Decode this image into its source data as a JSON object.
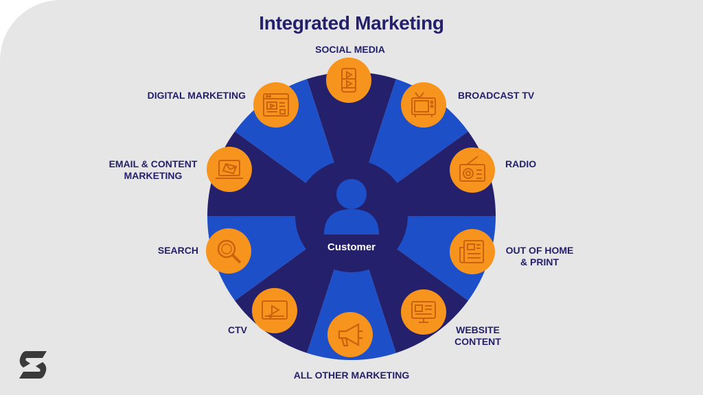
{
  "title": "Integrated Marketing",
  "center_label": "Customer",
  "colors": {
    "background": "#e6e6e6",
    "navy": "#24206b",
    "blue": "#1d4fc8",
    "orange": "#f7941d",
    "icon_stroke": "#c8620f"
  },
  "channels": [
    {
      "label": "SOCIAL MEDIA",
      "icon": "smartphone-video-icon"
    },
    {
      "label": "BROADCAST TV",
      "icon": "tv-icon"
    },
    {
      "label": "RADIO",
      "icon": "radio-icon"
    },
    {
      "label": "OUT OF HOME & PRINT",
      "line1": "OUT OF HOME",
      "line2": "& PRINT",
      "icon": "newspaper-icon"
    },
    {
      "label": "WEBSITE CONTENT",
      "line1": "WEBSITE",
      "line2": "CONTENT",
      "icon": "website-monitor-icon"
    },
    {
      "label": "ALL OTHER MARKETING",
      "icon": "megaphone-icon"
    },
    {
      "label": "CTV",
      "icon": "video-player-icon"
    },
    {
      "label": "SEARCH",
      "icon": "magnifier-icon"
    },
    {
      "label": "EMAIL & CONTENT MARKETING",
      "line1": "EMAIL & CONTENT",
      "line2": "MARKETING",
      "icon": "laptop-email-icon"
    },
    {
      "label": "DIGITAL MARKETING",
      "icon": "browser-window-icon"
    }
  ]
}
